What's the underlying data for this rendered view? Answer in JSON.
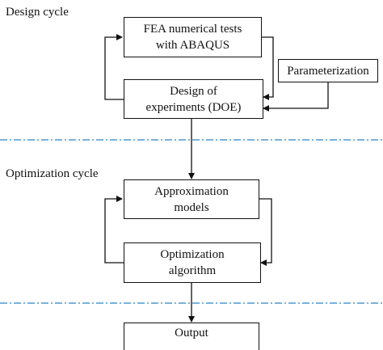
{
  "sections": {
    "design": "Design cycle",
    "optimization": "Optimization cycle"
  },
  "nodes": {
    "fea": {
      "line1": "FEA numerical tests",
      "line2": "with ABAQUS"
    },
    "param": {
      "line1": "Parameterization"
    },
    "doe": {
      "line1": "Design of",
      "line2": "experiments (DOE)"
    },
    "approx": {
      "line1": "Approximation",
      "line2": "models"
    },
    "opt": {
      "line1": "Optimization",
      "line2": "algorithm"
    },
    "output": {
      "line1": "Output"
    }
  },
  "colors": {
    "line": "#111111",
    "dash": "#2b83c6",
    "background": "#ffffff"
  }
}
